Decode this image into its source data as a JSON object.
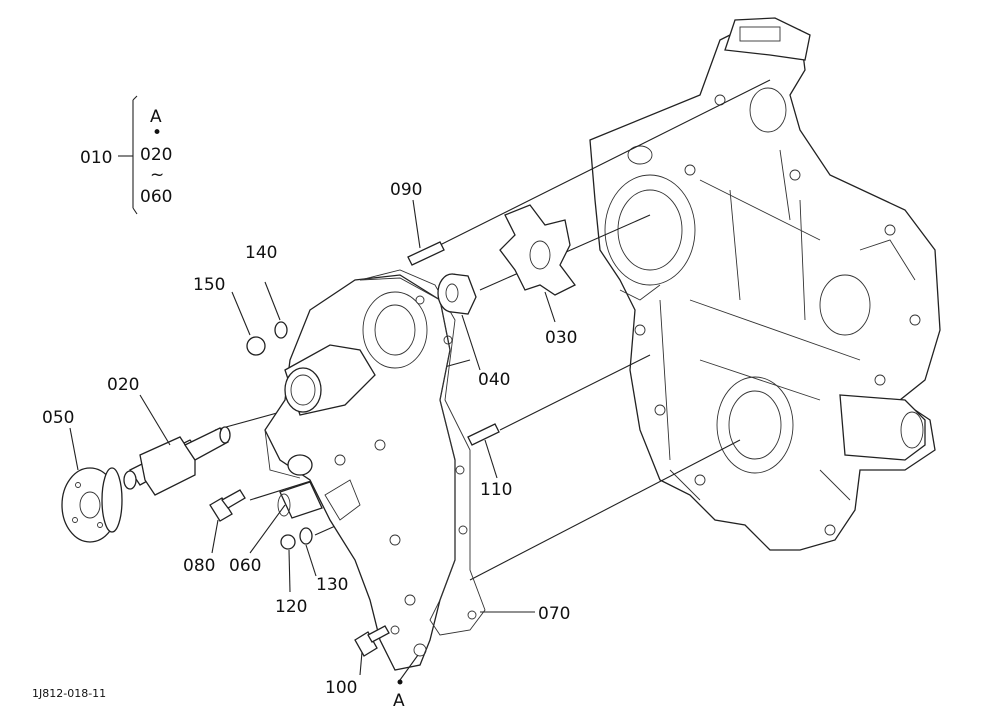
{
  "reference_code": "1J812-018-11",
  "assembly_group": {
    "label": "010",
    "items": [
      "A",
      "•",
      "020",
      "~",
      "060"
    ]
  },
  "callouts": {
    "p010": "010",
    "p020": "020",
    "p030": "030",
    "p040": "040",
    "p050": "050",
    "p060": "060",
    "p070": "070",
    "p080": "080",
    "p090": "090",
    "p100": "100",
    "p110": "110",
    "p120": "120",
    "p130": "130",
    "p140": "140",
    "p150": "150"
  },
  "reference_point": "A"
}
